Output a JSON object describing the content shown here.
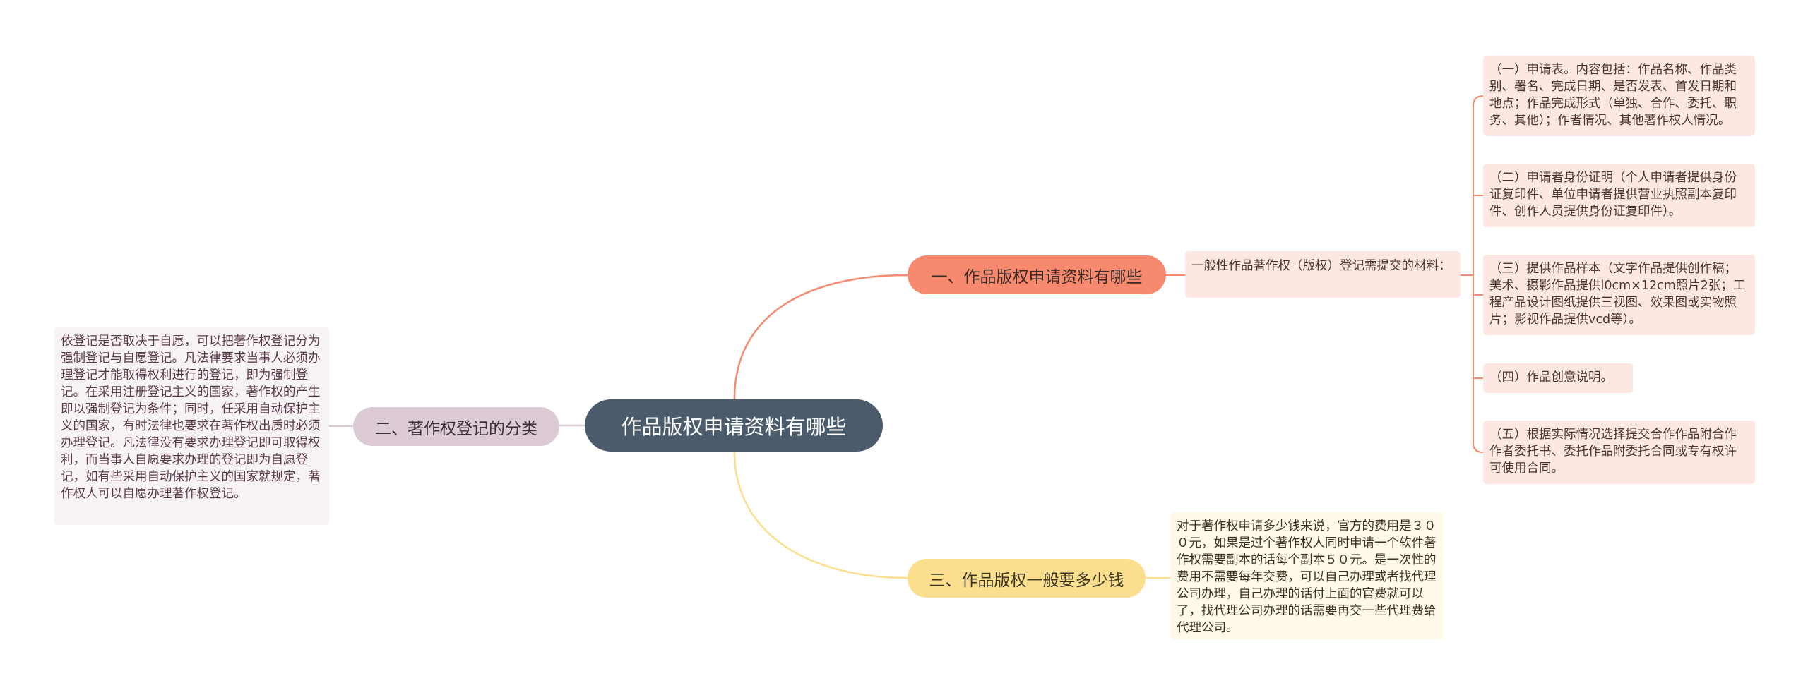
{
  "title": "作品版权申请资料有哪些",
  "colors": {
    "root": "#4b5b6b",
    "branch1": "#f7896e",
    "branch2": "#dccbd5",
    "branch3": "#fbdf8e",
    "leaf1": "#fde7e2",
    "leaf2": "#f7f2f4",
    "leaf3": "#fef9e8"
  },
  "branches": {
    "b1": {
      "label": "一、作品版权申请资料有哪些",
      "topic": "一般性作品著作权（版权）登记需提交的材料：",
      "items": [
        "（一）申请表。内容包括：作品名称、作品类别、署名、完成日期、是否发表、首发日期和地点；作品完成形式（单独、合作、委托、职务、其他）；作者情况、其他著作权人情况。",
        "（二）申请者身份证明（个人申请者提供身份证复印件、单位申请者提供营业执照副本复印件、创作人员提供身份证复印件）。",
        "（三）提供作品样本（文字作品提供创作稿；美术、摄影作品提供l0cm×12cm照片2张；工程产品设计图纸提供三视图、效果图或实物照片；影视作品提供vcd等）。",
        "（四）作品创意说明。",
        "（五）根据实际情况选择提交合作作品附合作作者委托书、委托作品附委托合同或专有权许可使用合同。"
      ]
    },
    "b2": {
      "label": "二、著作权登记的分类",
      "text": "依登记是否取决于自愿，可以把著作权登记分为强制登记与自愿登记。凡法律要求当事人必须办理登记才能取得权利进行的登记，即为强制登记。在采用注册登记主义的国家，著作权的产生即以强制登记为条件；同时，任采用自动保护主义的国家，有时法律也要求在著作权出质时必须办理登记。凡法律没有要求办理登记即可取得权利，而当事人自愿要求办理的登记即为自愿登记，如有些采用自动保护主义的国家就规定，著作权人可以自愿办理著作权登记。"
    },
    "b3": {
      "label": "三、作品版权一般要多少钱",
      "text": "对于著作权申请多少钱来说，官方的费用是３００元，如果是过个著作权人同时申请一个软件著作权需要副本的话每个副本５０元。是一次性的费用不需要每年交费，可以自己办理或者找代理公司办理，自己办理的话付上面的官费就可以了，找代理公司办理的话需要再交一些代理费给代理公司。"
    }
  }
}
